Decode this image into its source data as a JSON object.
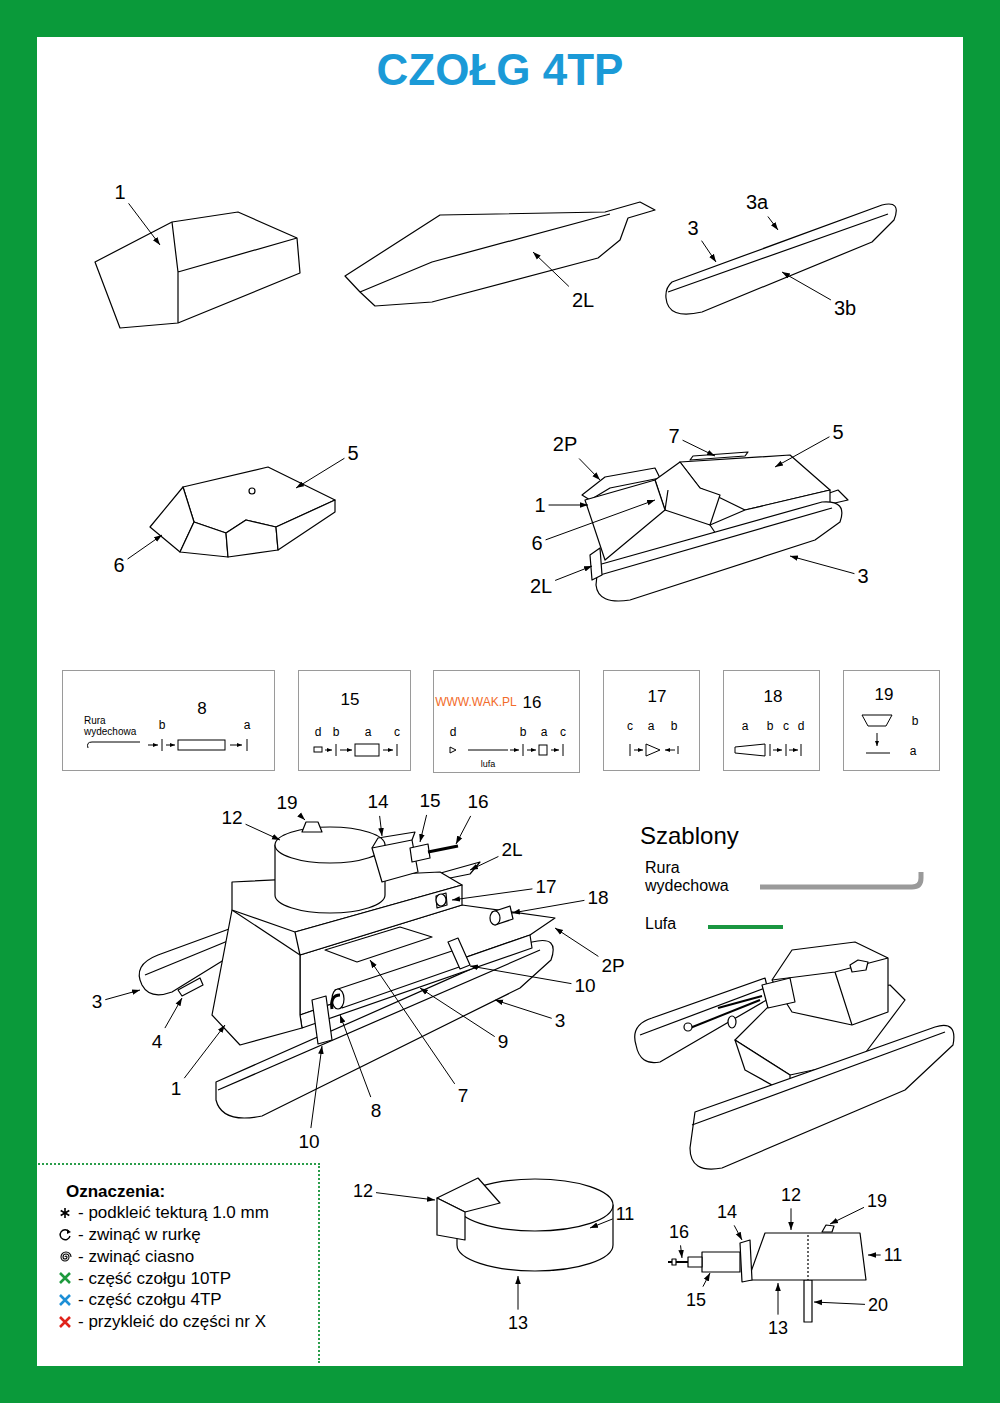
{
  "diagram": {
    "title": "CZOŁG 4TP",
    "nodes": [
      {
        "text": [
          "8",
          "Rura wydechowa",
          "b",
          "a"
        ]
      },
      {
        "text": [
          "15",
          "d",
          "b",
          "a",
          "c"
        ]
      },
      {
        "text": [
          "16",
          "d",
          "lufa",
          "b",
          "a",
          "c"
        ]
      },
      {
        "text": [
          "17",
          "c",
          "a",
          "b"
        ]
      },
      {
        "text": [
          "18",
          "a",
          "b",
          "c",
          "d"
        ]
      },
      {
        "text": [
          "19",
          "b",
          "a"
        ]
      },
      {
        "text": [
          "Oznaczenia:"
        ]
      }
    ],
    "labels": [
      "1",
      "2L",
      "3a",
      "3",
      "3b",
      "5",
      "6",
      "2P",
      "7",
      "5",
      "1",
      "6",
      "2L",
      "3",
      "WWW.WAK.PL",
      "19",
      "14",
      "15",
      "16",
      "12",
      "2L",
      "17",
      "18",
      "2P",
      "10",
      "3",
      "4",
      "1",
      "3",
      "9",
      "8",
      "7",
      "10",
      "Szablony",
      "Rura wydechowa",
      "Lufa",
      "12",
      "11",
      "13",
      "12",
      "19",
      "14",
      "16",
      "11",
      "15",
      "13",
      "20"
    ],
    "legend": [
      {
        "text": "- podkleić tekturą 1.0 mm"
      },
      {
        "text": "- zwinąć w rurkę"
      },
      {
        "text": "- zwinąć ciasno"
      },
      {
        "text": "- część czołgu 10TP",
        "color": "#1e9a3e"
      },
      {
        "text": "- część czołgu 4TP",
        "color": "#1d8fd6"
      },
      {
        "text": "- przykleić do części nr X",
        "color": "#e0231b"
      }
    ]
  }
}
